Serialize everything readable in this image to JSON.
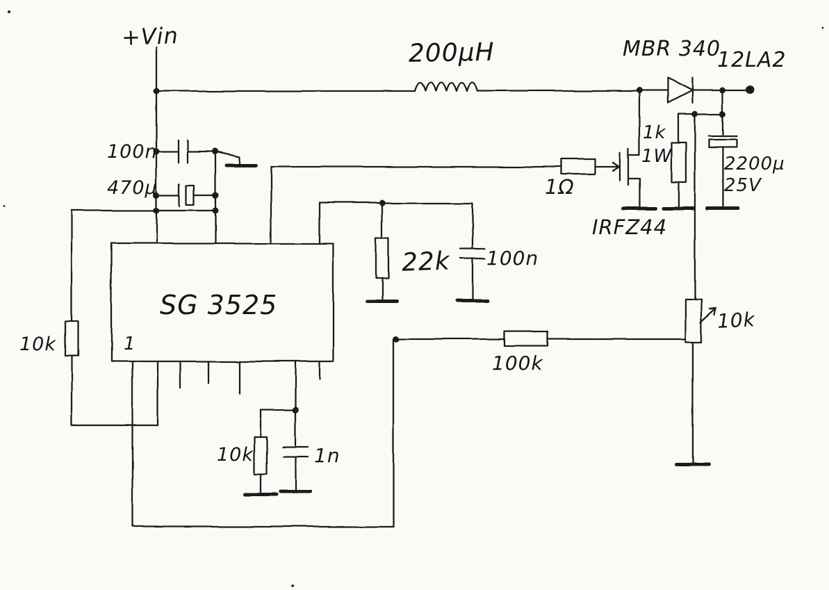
{
  "page": {
    "background": "#fbfaf7",
    "ink": "#1c1c1c"
  },
  "diagram": {
    "kind": "hand-drawn-circuit-schematic",
    "labels": {
      "vin": "+Vin",
      "inductor": "200µH",
      "diode": "MBR 340",
      "output": "12LA2",
      "input_cap_small": "100n",
      "input_cap_bulk": "470µ",
      "gate_resistor": "1Ω",
      "bleeder_value": "1k",
      "bleeder_power": "1W",
      "output_cap_value": "2200µ",
      "output_cap_voltage": "25V",
      "mosfet": "IRFZ44",
      "ic": "SG 3525",
      "ic_pin1": "1",
      "rt_resistor": "22k",
      "ct_cap": "100n",
      "left_resistor": "10k",
      "feedback_resistor": "100k",
      "potentiometer": "10k",
      "bottom_resistor": "10k",
      "bottom_cap": "1n"
    },
    "components": [
      {
        "symbol": "inductor",
        "value": "200µH"
      },
      {
        "symbol": "schottky-diode",
        "value": "MBR 340"
      },
      {
        "symbol": "n-mosfet",
        "value": "IRFZ44"
      },
      {
        "symbol": "pwm-ic",
        "value": "SG 3525"
      },
      {
        "symbol": "capacitor",
        "value": "100n"
      },
      {
        "symbol": "electrolytic-capacitor",
        "value": "470µ"
      },
      {
        "symbol": "resistor",
        "value": "1Ω"
      },
      {
        "symbol": "resistor",
        "value": "1k 1W"
      },
      {
        "symbol": "electrolytic-capacitor",
        "value": "2200µ 25V"
      },
      {
        "symbol": "resistor",
        "value": "22k"
      },
      {
        "symbol": "capacitor",
        "value": "100n"
      },
      {
        "symbol": "resistor",
        "value": "10k"
      },
      {
        "symbol": "resistor",
        "value": "100k"
      },
      {
        "symbol": "potentiometer",
        "value": "10k"
      },
      {
        "symbol": "resistor",
        "value": "10k"
      },
      {
        "symbol": "capacitor",
        "value": "1n"
      },
      {
        "symbol": "output-terminal",
        "value": "12LA2"
      }
    ]
  }
}
